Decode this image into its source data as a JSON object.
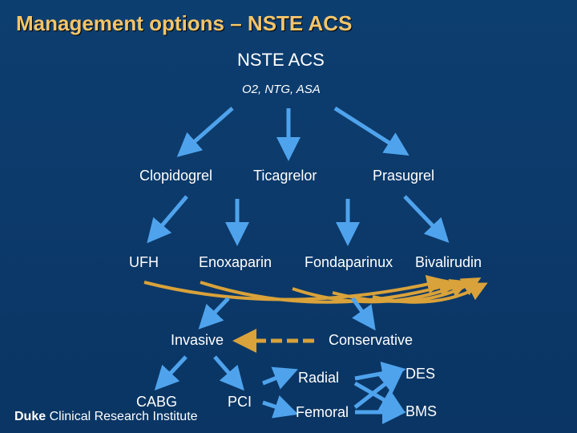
{
  "slide": {
    "title": "Management options – NSTE ACS",
    "top_label": "NSTE ACS",
    "initial_therapy": "O2, NTG, ASA",
    "antiplatelets": [
      "Clopidogrel",
      "Ticagrelor",
      "Prasugrel"
    ],
    "anticoagulants": [
      "UFH",
      "Enoxaparin",
      "Fondaparinux",
      "Bivalirudin"
    ],
    "strategies": [
      "Invasive",
      "Conservative"
    ],
    "revascularization": [
      "CABG",
      "PCI"
    ],
    "access": [
      "Radial",
      "Femoral"
    ],
    "stents": [
      "DES",
      "BMS"
    ]
  },
  "footer": {
    "logo_bold": "Duke",
    "logo_text": "Clinical Research Institute"
  },
  "colors": {
    "background": "#0b3a6b",
    "title": "#f3c56a",
    "arrow_blue": "#4fa3ec",
    "arrow_gold": "#d9a23a"
  }
}
